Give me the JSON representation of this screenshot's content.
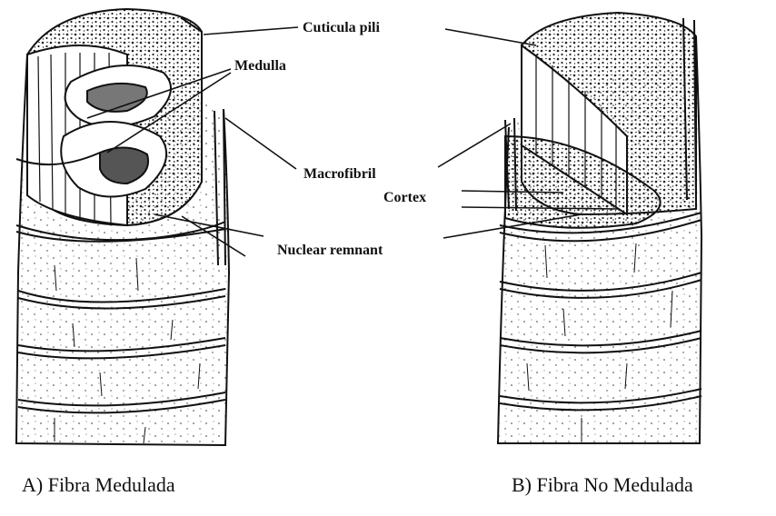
{
  "labels": {
    "cuticula": "Cuticula pili",
    "medulla": "Medulla",
    "macrofibril": "Macrofibril",
    "cortex": "Cortex",
    "nuclear": "Nuclear remnant"
  },
  "captions": {
    "a": "A) Fibra Medulada",
    "b": "B) Fibra No Medulada"
  }
}
